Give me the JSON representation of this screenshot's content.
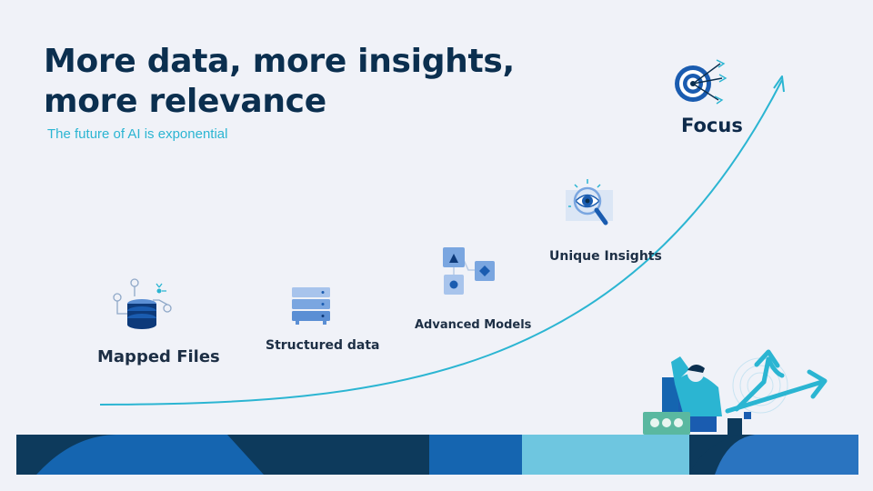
{
  "slide": {
    "title": "More data, more insights, more relevance",
    "title_line1": "More data, more insights,",
    "title_line2": "more relevance",
    "subtitle": "The future of AI is exponential"
  },
  "stages": [
    {
      "label": "Mapped Files",
      "icon": "database-icon"
    },
    {
      "label": "Structured data",
      "icon": "server-icon"
    },
    {
      "label": "Advanced Models",
      "icon": "model-nodes-icon"
    },
    {
      "label": "Unique Insights",
      "icon": "eye-magnifier-icon"
    },
    {
      "label": "Focus",
      "icon": "target-icon"
    }
  ],
  "colors": {
    "background": "#f0f2f8",
    "title": "#0b2f4f",
    "accent_cyan": "#2bb5d2",
    "navy": "#0d3a5c",
    "blue": "#1565b0",
    "light_blue": "#6ec6e0"
  }
}
